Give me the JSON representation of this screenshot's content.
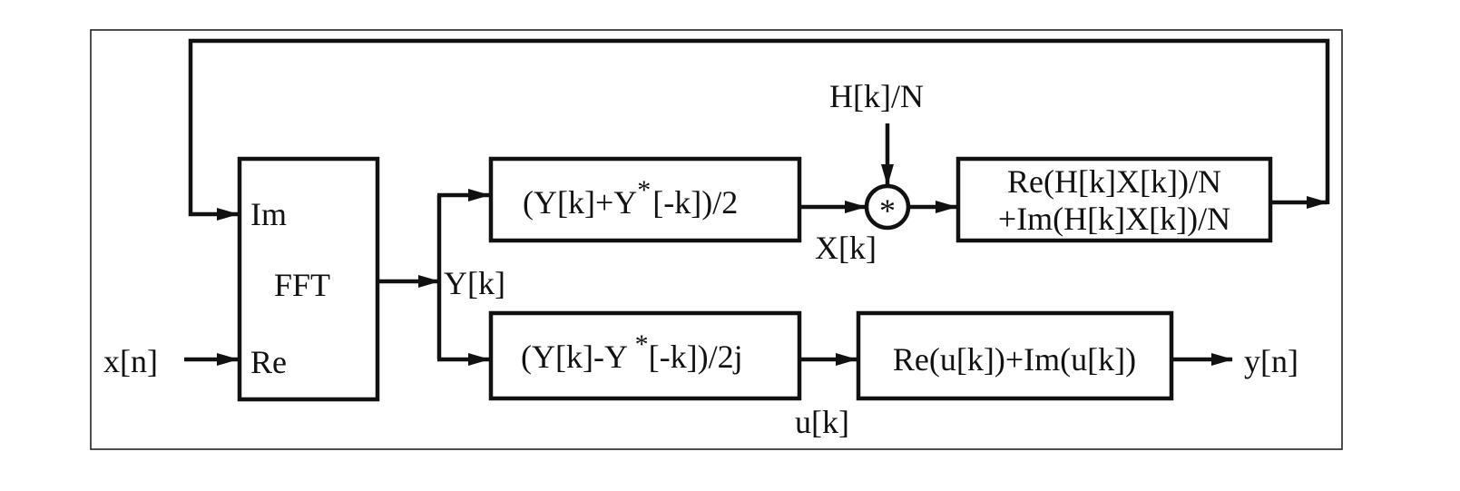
{
  "diagram": {
    "fft_block": {
      "title": "FFT",
      "input_im": "Im",
      "input_re": "Re"
    },
    "signals": {
      "x_n": "x[n]",
      "Y_k": "Y[k]",
      "X_k": "X[k]",
      "u_k": "u[k]",
      "y_n": "y[n]",
      "H_k_over_N": "H[k]/N"
    },
    "blocks": {
      "even_part": {
        "base": "(Y[k]+Y",
        "sup": "*",
        "tail": "[-k])/2"
      },
      "odd_part": {
        "base": "(Y[k]-Y ",
        "sup": "*",
        "tail": "[-k])/2j"
      },
      "multiplier": "*",
      "feedback_line1": "Re(H[k]X[k])/N",
      "feedback_line2": "+Im(H[k]X[k])/N",
      "output_sum": "Re(u[k])+Im(u[k])"
    }
  }
}
